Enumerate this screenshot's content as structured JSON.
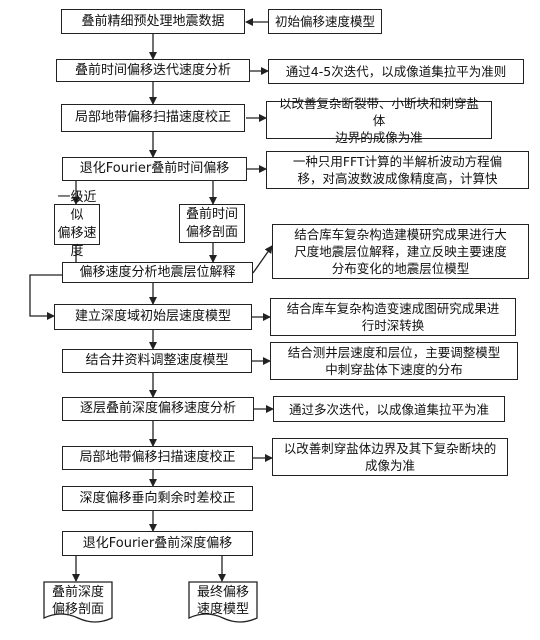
{
  "main_steps": [
    "叠前精细预处理地震数据",
    "叠前时间偏移迭代速度分析",
    "局部地带偏移扫描速度校正",
    "退化Fourier叠前时间偏移",
    "偏移速度分析地震层位解释",
    "建立深度域初始层速度模型",
    "结合井资料调整速度模型",
    "逐层叠前深度偏移速度分析",
    "局部地带偏移扫描速度校正",
    "深度偏移垂向剩余时差校正",
    "退化Fourier叠前深度偏移"
  ],
  "branch_boxes": {
    "left": "一级近似\n偏移速度",
    "right": "叠前时间\n偏移剖面"
  },
  "outputs": {
    "left": "叠前深度\n偏移剖面",
    "right": "最终偏移\n速度模型"
  },
  "notes": [
    "初始偏移速度模型",
    "通过4-5次迭代，以成像道集拉平为准则",
    "以改善复杂断裂带、小断块和刺穿盐体\n边界的成像为准",
    "一种只用FFT计算的半解析波动方程偏\n移，对高波数波成像精度高，计算快",
    "结合库车复杂构造建模研究成果进行大\n尺度地震层位解释，建立反映主要速度\n分布变化的地震层位模型",
    "结合库车复杂构造变速成图研究成果进\n行时深转换",
    "结合测井层速度和层位，主要调整模型\n中刺穿盐体下速度的分布",
    "通过多次迭代，以成像道集拉平为准",
    "以改善刺穿盐体边界及其下复杂断块的\n成像为准"
  ]
}
